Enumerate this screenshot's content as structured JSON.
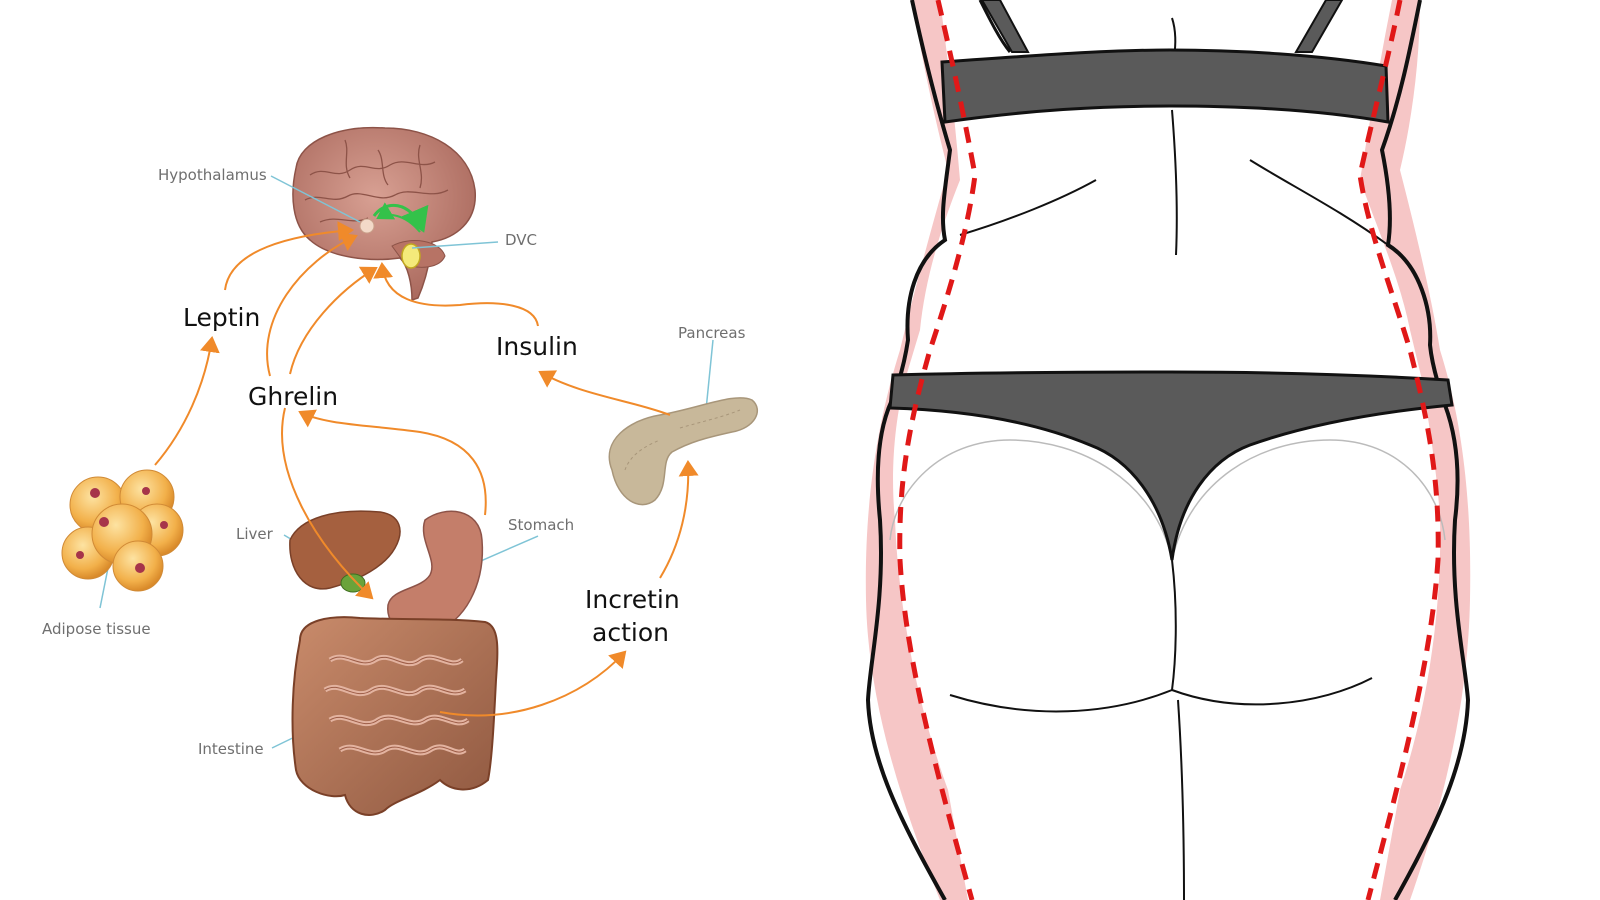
{
  "diagram": {
    "hormones": {
      "leptin": "Leptin",
      "ghrelin": "Ghrelin",
      "insulin": "Insulin",
      "incretin_line1": "Incretin",
      "incretin_line2": "action"
    },
    "organs": {
      "hypothalamus": "Hypothalamus",
      "dvc": "DVC",
      "pancreas": "Pancreas",
      "liver": "Liver",
      "stomach": "Stomach",
      "adipose": "Adipose tissue",
      "intestine": "Intestine"
    }
  },
  "colors": {
    "arrow": "#f08a2a",
    "pointer_line": "#7fc4d6",
    "brain": "#c58a7e",
    "skin_highlight": "#f6c6c6",
    "garment": "#5a5a5a",
    "dashed_line": "#e01818",
    "adipose": "#f2b04a",
    "pancreas": "#c8b89a",
    "gut": "#b97a5c",
    "loop_arrow": "#34c24a"
  },
  "icons": {
    "brain": "brain-icon",
    "adipose": "adipose-cells-icon",
    "pancreas": "pancreas-icon",
    "digestive": "digestive-system-icon",
    "body": "body-silhouette-icon"
  }
}
